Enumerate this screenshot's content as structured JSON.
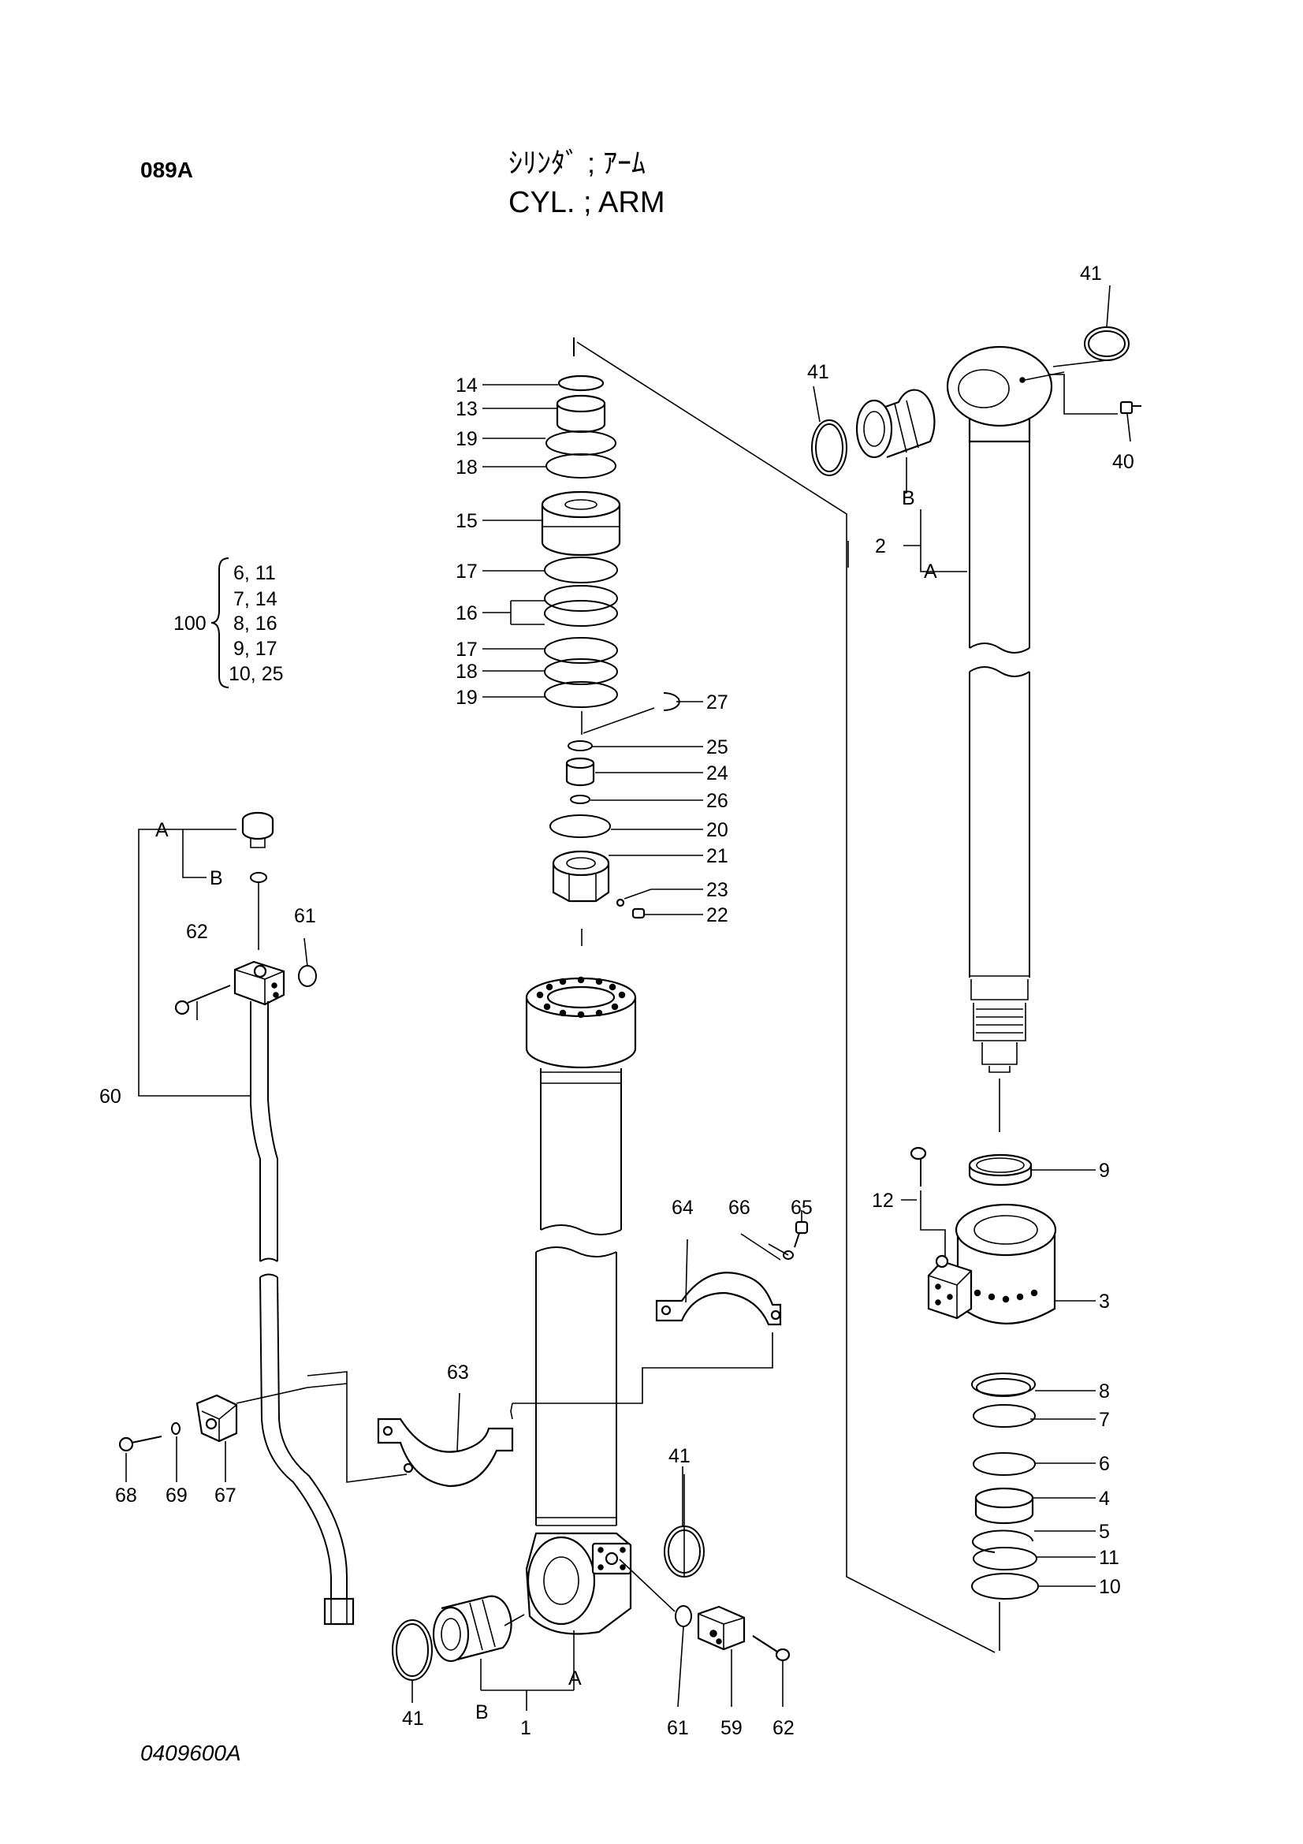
{
  "header": {
    "page_code": "089A",
    "title_jp": "ｼﾘﾝﾀﾞ ; ｱｰﾑ",
    "title_en": "CYL. ; ARM"
  },
  "footer": {
    "drawing_number": "0409600A"
  },
  "callouts": {
    "p14": "14",
    "p13": "13",
    "p19a": "19",
    "p18a": "18",
    "p15": "15",
    "p17a": "17",
    "p16": "16",
    "p17b": "17",
    "p18b": "18",
    "p19b": "19",
    "p27": "27",
    "p25": "25",
    "p24": "24",
    "p26": "26",
    "p20": "20",
    "p21": "21",
    "p23": "23",
    "p22": "22",
    "p41a": "41",
    "p41b": "41",
    "p40": "40",
    "p2": "2",
    "p9": "9",
    "p12": "12",
    "p3": "3",
    "p8": "8",
    "p7": "7",
    "p6": "6",
    "p4": "4",
    "p5": "5",
    "p11": "11",
    "p10": "10",
    "p62a": "62",
    "p61a": "61",
    "p60": "60",
    "p64": "64",
    "p66": "66",
    "p65": "65",
    "p63": "63",
    "p68": "68",
    "p69": "69",
    "p67": "67",
    "p41c": "41",
    "p41d": "41",
    "p1": "1",
    "p61b": "61",
    "p59": "59",
    "p62b": "62"
  },
  "sub_labels": {
    "a_rod": "A",
    "b_rod": "B",
    "a_pipe": "A",
    "b_pipe": "B",
    "a_tube": "A",
    "b_tube": "B"
  },
  "kit": {
    "number": "100",
    "rows": [
      "6, 11",
      "7, 14",
      "8, 16",
      "9, 17",
      "10, 25"
    ]
  }
}
